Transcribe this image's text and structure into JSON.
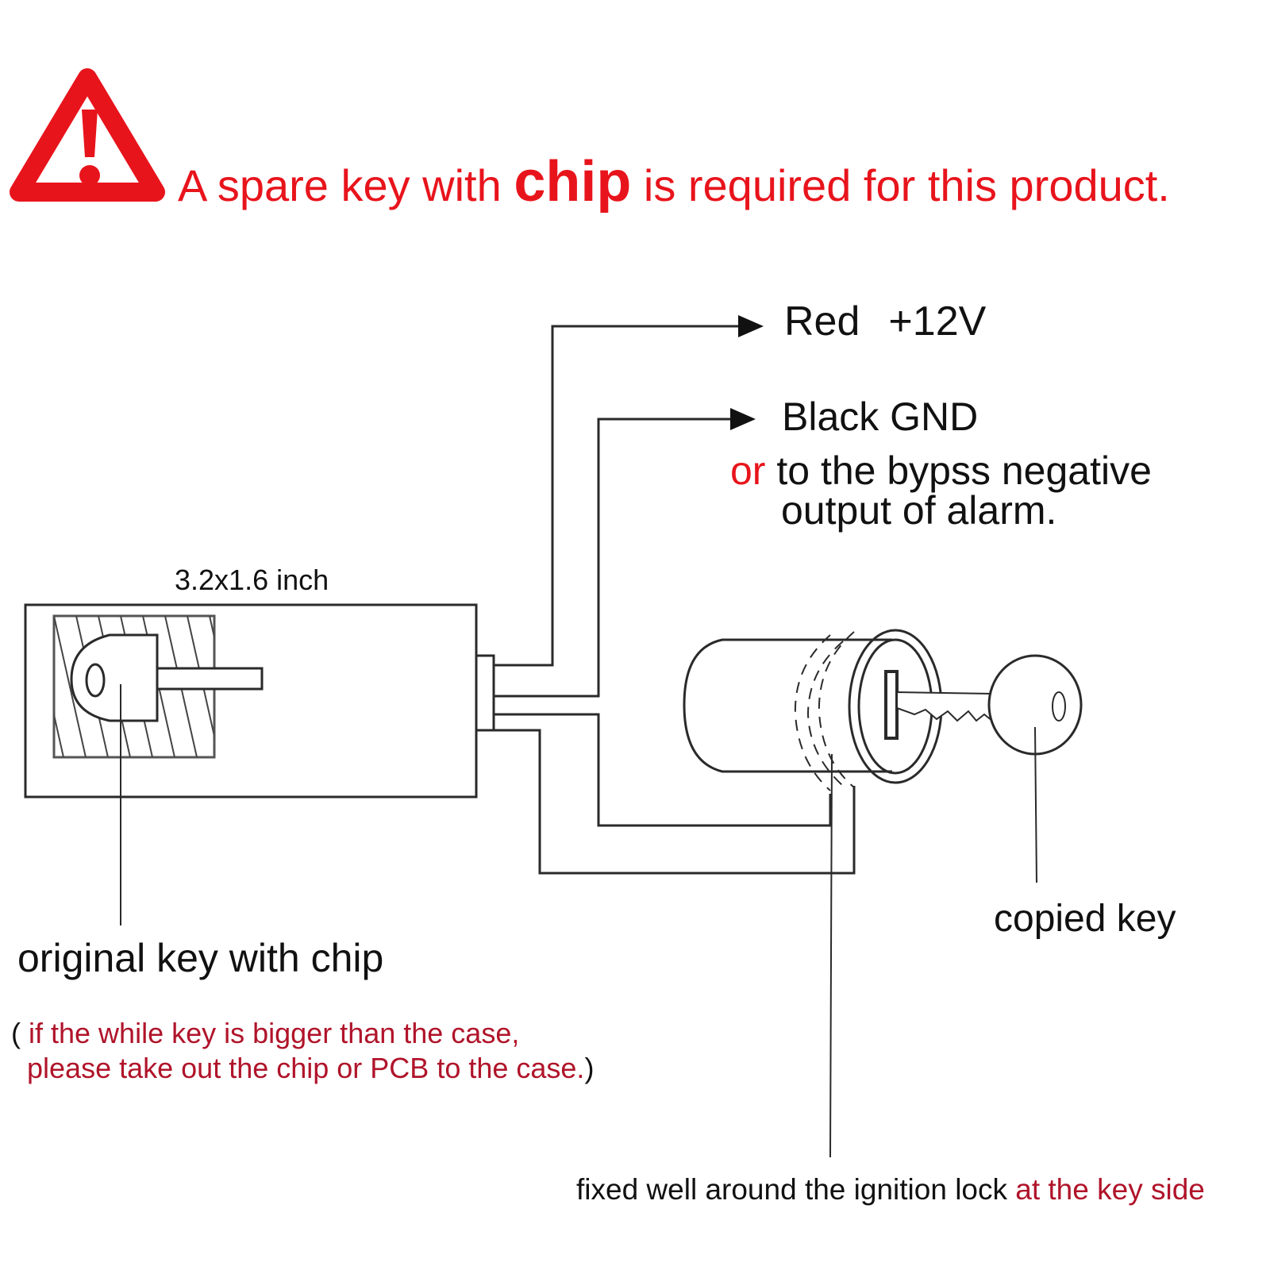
{
  "warning": {
    "icon": "warning-triangle-icon",
    "color": "#e8141c",
    "text_before": "A spare key with ",
    "text_bold": "chip",
    "text_after": " is required for this product."
  },
  "wires": {
    "red": {
      "name": "Red",
      "value": "+12V"
    },
    "black": {
      "name": "Black GND",
      "alt_prefix": "or",
      "alt_line1": "to the bypss negative",
      "alt_line2": "output of alarm."
    }
  },
  "module": {
    "size_label": "3.2x1.6 inch",
    "original_key_label": "original key with chip",
    "note_open": "( ",
    "note_line1": "if the while key is bigger than the case,",
    "note_line2": "please take out the chip or PCB to the case.",
    "note_close": ")"
  },
  "ignition": {
    "copied_key_label": "copied key",
    "fixed_text": "fixed well around the ignition lock ",
    "fixed_highlight": "at the key side"
  },
  "colors": {
    "warning_red": "#e8141c",
    "note_darkred": "#b0142a",
    "line": "#2a2a2a"
  }
}
